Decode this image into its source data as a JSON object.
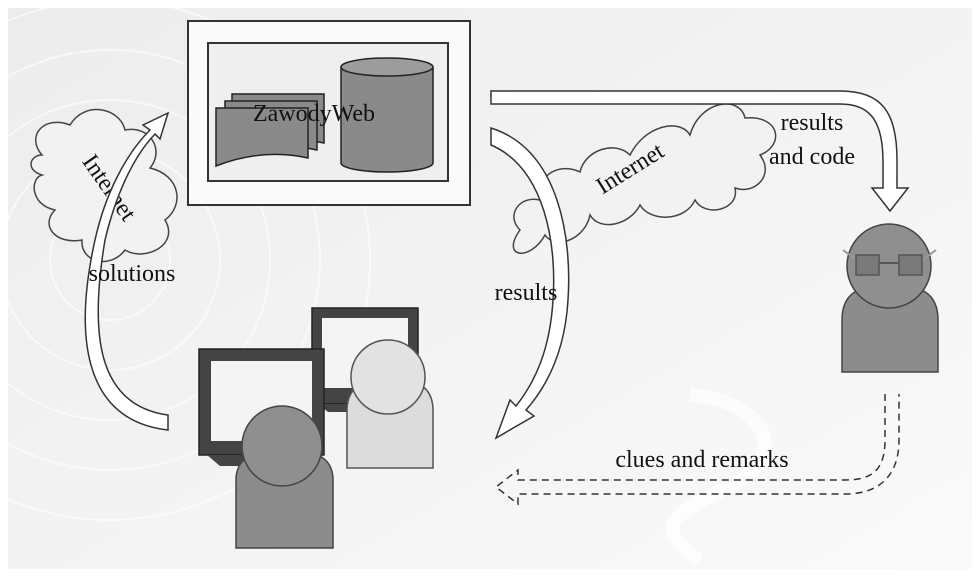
{
  "server": {
    "label": "ZawodyWeb"
  },
  "clouds": [
    {
      "label": "Internet"
    },
    {
      "label": "Internet"
    }
  ],
  "edges": {
    "solutions": "solutions",
    "results_down": "results",
    "results_and_code_line1": "results",
    "results_and_code_line2": "and code",
    "clues": "clues and remarks"
  }
}
